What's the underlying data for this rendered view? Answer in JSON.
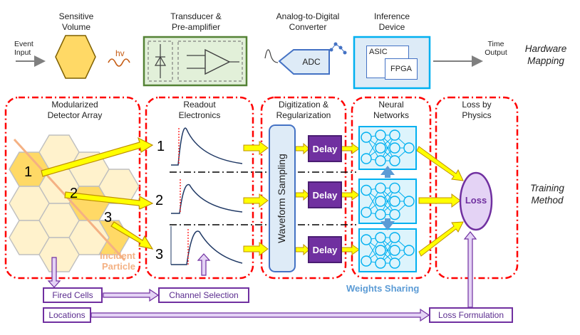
{
  "hardware": {
    "event_input": "Event\nInput",
    "sensitive_volume": "Sensitive\nVolume",
    "transducer": "Transducer &\nPre-amplifier",
    "adc_converter": "Analog-to-Digital\nConverter",
    "adc_label": "ADC",
    "inference_device": "Inference\nDevice",
    "asic": "ASIC",
    "fpga": "FPGA",
    "time_output": "Time\nOutput",
    "hv": "hv",
    "side_label": "Hardware\nMapping"
  },
  "training": {
    "side_label": "Training\nMethod",
    "stage1": "Modularized\nDetector Array",
    "stage2": "Readout\nElectronics",
    "stage3": "Digitization &\nRegularization",
    "stage4": "Neural\nNetworks",
    "stage5": "Loss by\nPhysics",
    "waveform_sampling": "Waveform Sampling",
    "delay": "Delay",
    "loss": "Loss",
    "incident_particle": "Incident\nParticle",
    "weights_sharing": "Weights Sharing",
    "cells": [
      "1",
      "2",
      "3"
    ],
    "channels": [
      "1",
      "2",
      "3"
    ]
  },
  "bottom": {
    "fired_cells": "Fired Cells",
    "channel_selection": "Channel Selection",
    "locations": "Locations",
    "loss_formulation": "Loss Formulation"
  },
  "colors": {
    "hexagon_light": "#fff2cc",
    "hexagon_dark": "#ffd966",
    "purple": "#7030a0",
    "red_dash": "#ff0000",
    "neural_blue": "#00b0f0",
    "yellow_arrow": "#ffff00"
  }
}
